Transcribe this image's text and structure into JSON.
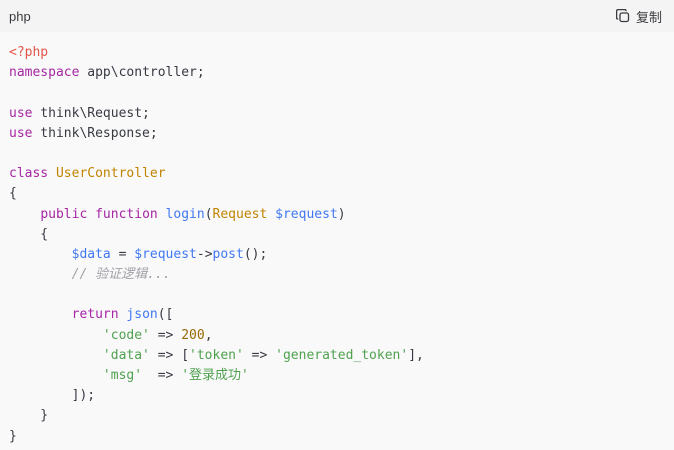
{
  "header": {
    "language": "php",
    "copy_label": "复制",
    "copy_icon": "copy-icon"
  },
  "code": {
    "lines": [
      [
        {
          "t": "<?php",
          "c": "tag"
        }
      ],
      [
        {
          "t": "namespace",
          "c": "kw"
        },
        {
          "t": " app\\controller;",
          "c": "txt"
        }
      ],
      [],
      [
        {
          "t": "use",
          "c": "kw"
        },
        {
          "t": " think\\Request;",
          "c": "txt"
        }
      ],
      [
        {
          "t": "use",
          "c": "kw"
        },
        {
          "t": " think\\Response;",
          "c": "txt"
        }
      ],
      [],
      [
        {
          "t": "class",
          "c": "kw"
        },
        {
          "t": " ",
          "c": "txt"
        },
        {
          "t": "UserController",
          "c": "cls"
        }
      ],
      [
        {
          "t": "{",
          "c": "txt"
        }
      ],
      [
        {
          "t": "    ",
          "c": "txt"
        },
        {
          "t": "public",
          "c": "kw"
        },
        {
          "t": " ",
          "c": "txt"
        },
        {
          "t": "function",
          "c": "kw"
        },
        {
          "t": " ",
          "c": "txt"
        },
        {
          "t": "login",
          "c": "fn"
        },
        {
          "t": "(",
          "c": "txt"
        },
        {
          "t": "Request",
          "c": "cls"
        },
        {
          "t": " ",
          "c": "txt"
        },
        {
          "t": "$request",
          "c": "var"
        },
        {
          "t": ")",
          "c": "txt"
        }
      ],
      [
        {
          "t": "    {",
          "c": "txt"
        }
      ],
      [
        {
          "t": "        ",
          "c": "txt"
        },
        {
          "t": "$data",
          "c": "var"
        },
        {
          "t": " = ",
          "c": "txt"
        },
        {
          "t": "$request",
          "c": "var"
        },
        {
          "t": "->",
          "c": "txt"
        },
        {
          "t": "post",
          "c": "fn"
        },
        {
          "t": "();",
          "c": "txt"
        }
      ],
      [
        {
          "t": "        ",
          "c": "txt"
        },
        {
          "t": "// 验证逻辑...",
          "c": "cmt"
        }
      ],
      [],
      [
        {
          "t": "        ",
          "c": "txt"
        },
        {
          "t": "return",
          "c": "kw"
        },
        {
          "t": " ",
          "c": "txt"
        },
        {
          "t": "json",
          "c": "fn"
        },
        {
          "t": "([",
          "c": "txt"
        }
      ],
      [
        {
          "t": "            ",
          "c": "txt"
        },
        {
          "t": "'code'",
          "c": "str"
        },
        {
          "t": " => ",
          "c": "txt"
        },
        {
          "t": "200",
          "c": "num"
        },
        {
          "t": ",",
          "c": "txt"
        }
      ],
      [
        {
          "t": "            ",
          "c": "txt"
        },
        {
          "t": "'data'",
          "c": "str"
        },
        {
          "t": " => [",
          "c": "txt"
        },
        {
          "t": "'token'",
          "c": "str"
        },
        {
          "t": " => ",
          "c": "txt"
        },
        {
          "t": "'generated_token'",
          "c": "str"
        },
        {
          "t": "],",
          "c": "txt"
        }
      ],
      [
        {
          "t": "            ",
          "c": "txt"
        },
        {
          "t": "'msg'",
          "c": "str"
        },
        {
          "t": "  => ",
          "c": "txt"
        },
        {
          "t": "'登录成功'",
          "c": "str"
        }
      ],
      [
        {
          "t": "        ]);",
          "c": "txt"
        }
      ],
      [
        {
          "t": "    }",
          "c": "txt"
        }
      ],
      [
        {
          "t": "}",
          "c": "txt"
        }
      ]
    ]
  }
}
